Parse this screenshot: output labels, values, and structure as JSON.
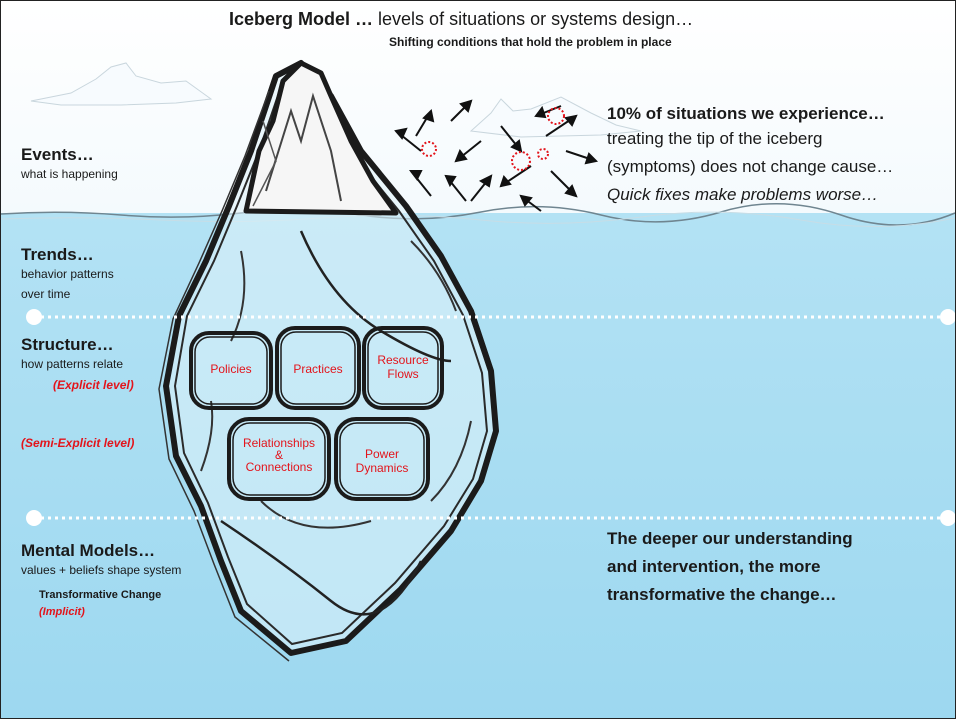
{
  "title": {
    "bold": "Iceberg Model …",
    "rest": " levels of situations or systems design…",
    "subtitle": "Shifting conditions that hold the problem in place"
  },
  "levels": {
    "events": {
      "title": "Events…",
      "desc": "what is happening"
    },
    "trends": {
      "title": "Trends…",
      "desc_line1": "behavior patterns",
      "desc_line2": "over time"
    },
    "structure": {
      "title": "Structure…",
      "desc": "how patterns relate",
      "explicit": "(Explicit level)",
      "semi_explicit": "(Semi-Explicit level)"
    },
    "mental_models": {
      "title": "Mental Models…",
      "desc": "values + beliefs shape system",
      "change": "Transformative Change",
      "implicit": "(Implicit)"
    }
  },
  "right_top": {
    "line1": "10% of situations we experience…",
    "line2": "treating the tip of the iceberg",
    "line3": "(symptoms) does not change cause…",
    "line4": "Quick fixes make problems worse…"
  },
  "right_bottom": {
    "line1": "The deeper our understanding",
    "line2": "and intervention, the more",
    "line3": "transformative the change…"
  },
  "boxes": {
    "policies": "Policies",
    "practices": "Practices",
    "resource_line1": "Resource",
    "resource_line2": "Flows",
    "relationships_line1": "Relationships",
    "relationships_line2": "&",
    "relationships_line3": "Connections",
    "power_line1": "Power",
    "power_line2": "Dynamics"
  },
  "colors": {
    "water": "#a6dcf1",
    "water_deep": "#8fd2ee",
    "ice": "#ffffff",
    "outline": "#1b1b1b",
    "label_red": "#e3141b",
    "dotted_line": "#ffffff"
  }
}
